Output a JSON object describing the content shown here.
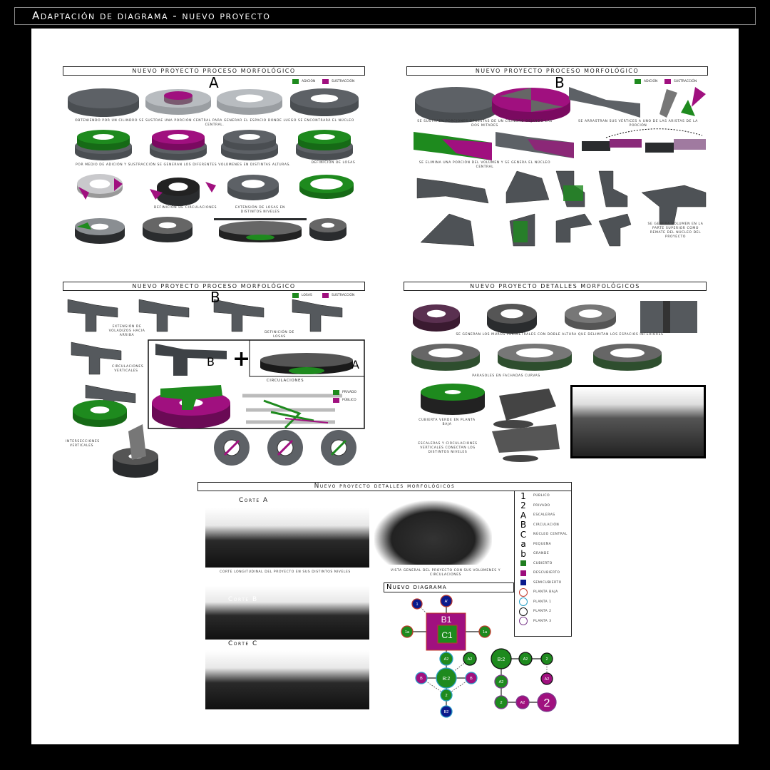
{
  "title": "Adaptación de diagrama - nuevo proyecto",
  "panels": [
    {
      "title": "Nuevo proyecto proceso morfológico",
      "letter": "A",
      "legend": [
        "Adición",
        "Sustracción"
      ],
      "captions": [
        "Obteniendo por un cilindro se sustrae una porción central para generar el espacio donde luego se encontrará el núcleo central.",
        "Por medio de adición y sustracción se generan los diferentes volúmenes en distintas alturas.",
        "Definición de losas",
        "Definición de circulaciones",
        "Extensión de losas en distintos niveles"
      ]
    },
    {
      "title": "Nuevo proyecto proceso morfológico",
      "letter": "B",
      "legend": [
        "Adición",
        "Sustracción"
      ],
      "captions": [
        "Se sustraen porciones opuestas de un cilindro dejando las dos mitades",
        "Se arrastran sus vértices a uno de las aristas de la porción",
        "Se elimina una porción del volumen y se genera el núcleo central",
        "Se genera volumen en la parte superior como remate del núcleo del proyecto"
      ]
    },
    {
      "title": "Nuevo proyecto proceso morfológico",
      "letter": "B",
      "letterA": "A",
      "letterB": "B",
      "plus": "+",
      "legend": [
        "Losas",
        "Sustracción"
      ],
      "labels": [
        "Extensión de voladizos hacia arriba",
        "Definición de losas",
        "Circulaciones",
        "Intersecciones verticales",
        "Circulaciones verticales"
      ],
      "circ_legend": [
        "Privado",
        "Público"
      ]
    },
    {
      "title": "Nuevo proyecto detalles morfológicos",
      "captions": [
        "Se generan los muros perimetrales con doble altura que delimitan los espacios interiores",
        "Parasoles en fachadas curvas",
        "Cubierta verde en planta baja",
        "Escaleras y circulaciones verticales conectan los distintos niveles"
      ]
    },
    {
      "title": "Nuevo proyecto detalles morfológicos",
      "cortes": [
        "Corte A",
        "Corte B",
        "Corte C"
      ],
      "captions": [
        "Corte longitudinal del proyecto en sus distintos niveles",
        "Vista general del proyecto con sus volúmenes y circulaciones"
      ]
    }
  ],
  "legend": {
    "items": [
      {
        "sym": "1",
        "label": "Público"
      },
      {
        "sym": "2",
        "label": "Privado"
      },
      {
        "sym": "A",
        "label": "Escaleras"
      },
      {
        "sym": "B",
        "label": "Circulación"
      },
      {
        "sym": "C",
        "label": "Núcleo central"
      },
      {
        "sym": "a",
        "label": "Pequeña"
      },
      {
        "sym": "b",
        "label": "Grande"
      }
    ],
    "swatches": [
      {
        "color": "#1e7d1e",
        "label": "Cubierto"
      },
      {
        "color": "#9c0c7c",
        "label": "Descubierto"
      },
      {
        "color": "#0a1a8c",
        "label": "Semicubierto"
      }
    ],
    "rings": [
      {
        "color": "#c0392b",
        "label": "Planta baja"
      },
      {
        "color": "#2aa0c8",
        "label": "Planta 1"
      },
      {
        "color": "#111111",
        "label": "Planta 2"
      },
      {
        "color": "#7b3c8c",
        "label": "Planta 3"
      }
    ]
  },
  "diagram": {
    "title": "Nuevo diagrama",
    "outer": "B1",
    "inner": "C1",
    "nodes": [
      "1",
      "A'",
      "1a",
      "1a",
      "A2",
      "A2",
      "B:2",
      "B",
      "B",
      "2",
      "B2",
      "B:2",
      "A2",
      "2",
      "A2",
      "A2",
      "2",
      "A2",
      "2"
    ]
  },
  "colors": {
    "green": "#1e8a1e",
    "magenta": "#a0107f",
    "gray": "#54585c",
    "navy": "#0a1a8c"
  }
}
